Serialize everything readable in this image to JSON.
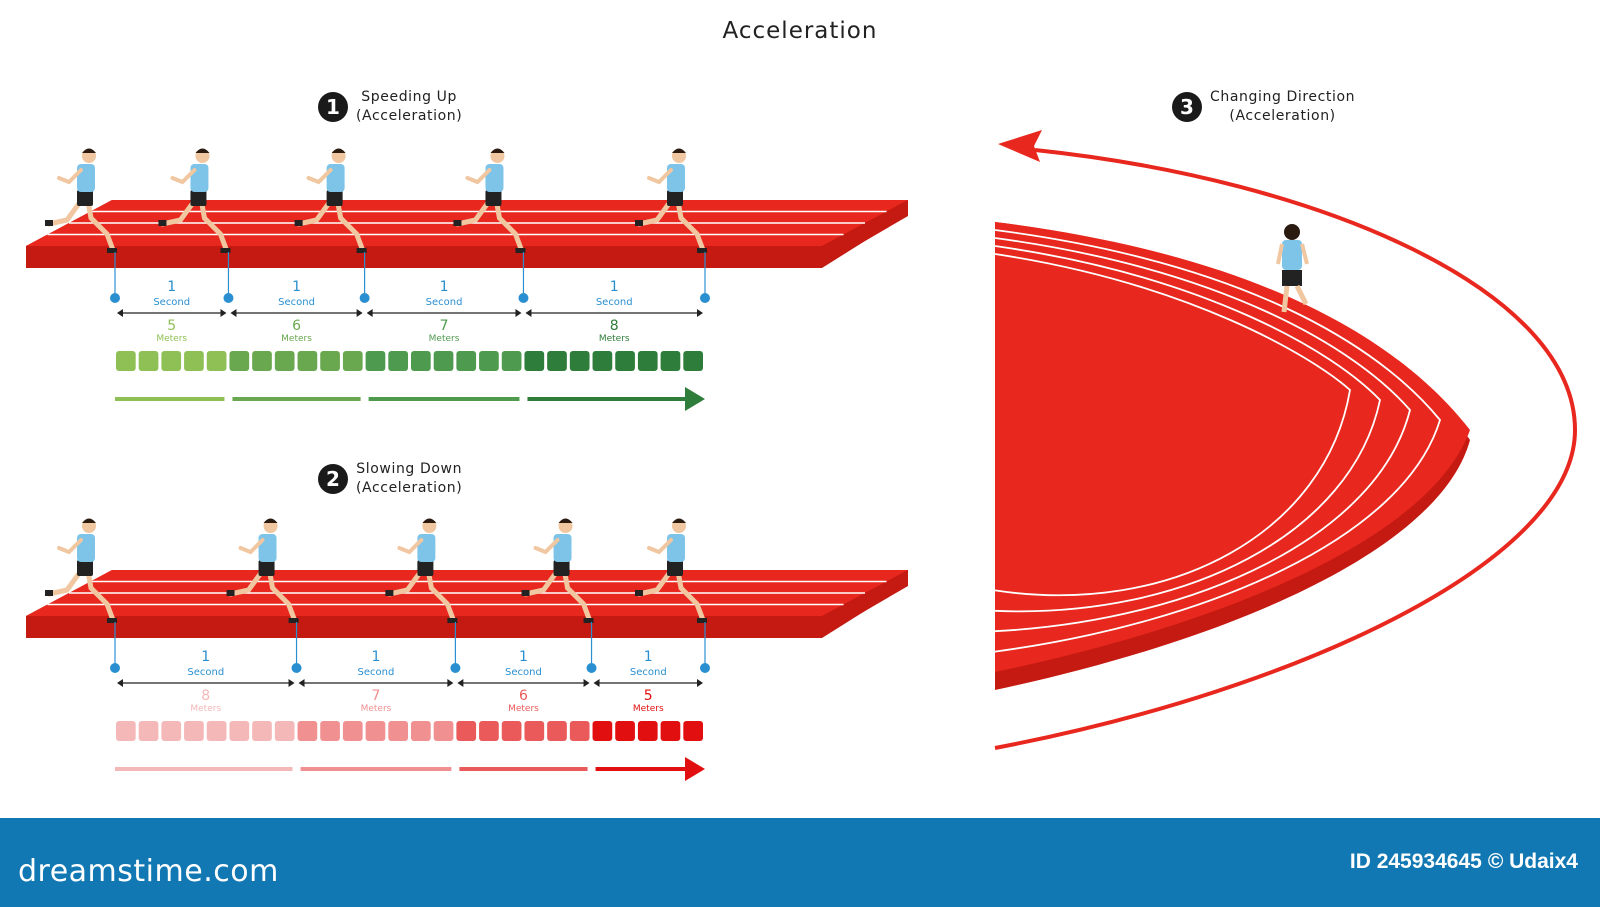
{
  "title": "Acceleration",
  "sections": [
    {
      "number": "1",
      "title": "Speeding Up",
      "subtitle": "(Acceleration)",
      "intervals": [
        {
          "time": "1",
          "time_unit": "Second",
          "distance": "5",
          "distance_unit": "Meters"
        },
        {
          "time": "1",
          "time_unit": "Second",
          "distance": "6",
          "distance_unit": "Meters"
        },
        {
          "time": "1",
          "time_unit": "Second",
          "distance": "7",
          "distance_unit": "Meters"
        },
        {
          "time": "1",
          "time_unit": "Second",
          "distance": "8",
          "distance_unit": "Meters"
        }
      ],
      "colors": [
        "#8fc055",
        "#6aa84f",
        "#4e9a4e",
        "#2e7d3a"
      ]
    },
    {
      "number": "2",
      "title": "Slowing Down",
      "subtitle": "(Acceleration)",
      "intervals": [
        {
          "time": "1",
          "time_unit": "Second",
          "distance": "8",
          "distance_unit": "Meters"
        },
        {
          "time": "1",
          "time_unit": "Second",
          "distance": "7",
          "distance_unit": "Meters"
        },
        {
          "time": "1",
          "time_unit": "Second",
          "distance": "6",
          "distance_unit": "Meters"
        },
        {
          "time": "1",
          "time_unit": "Second",
          "distance": "5",
          "distance_unit": "Meters"
        }
      ],
      "colors": [
        "#f5b8b8",
        "#f09090",
        "#ea5a5a",
        "#e10f0f"
      ]
    },
    {
      "number": "3",
      "title": "Changing Direction",
      "subtitle": "(Acceleration)"
    }
  ],
  "track_color": "#e8281e",
  "track_dark": "#c41a12",
  "marker_color": "#2a8fd0",
  "footer": {
    "brand": "dreamstime.com",
    "id_text": "ID 245934645",
    "copyright": "© Udaix4"
  }
}
